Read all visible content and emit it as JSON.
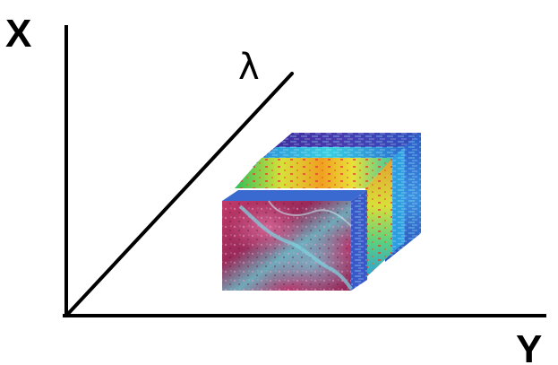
{
  "axes": {
    "x_label": "X",
    "y_label": "Y",
    "wavelength_label": "λ"
  },
  "colors": {
    "axis": "#000000",
    "background": "#ffffff",
    "cube_top": "#4a35a8",
    "cube_side": "#3a78d8",
    "spectral_layer": "#2fd0e8",
    "heat_layer": "#e8e23a",
    "front_image": "#b8346a"
  },
  "cube": {
    "description_layers": [
      "rgb-image-band",
      "heatmap-band",
      "spectral-band",
      "deep-band"
    ]
  }
}
